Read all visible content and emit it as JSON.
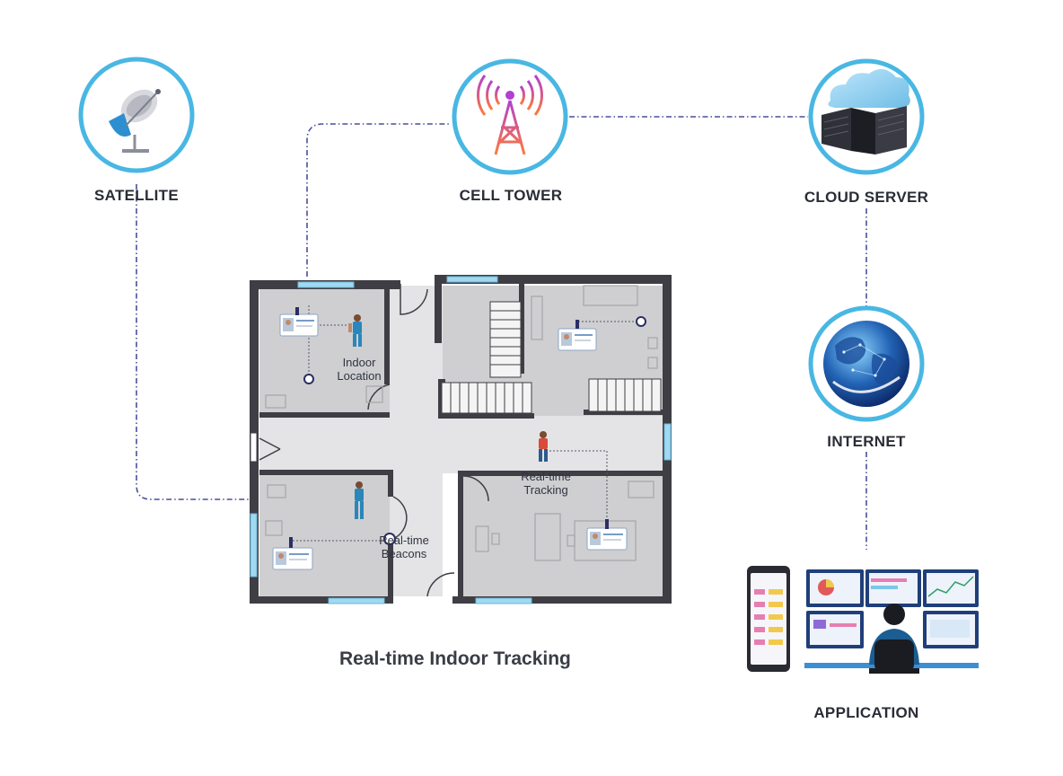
{
  "nodes": {
    "satellite": {
      "label": "SATELLITE",
      "icon": "satellite-dish-icon"
    },
    "cell_tower": {
      "label": "CELL TOWER",
      "icon": "cell-tower-icon"
    },
    "cloud_server": {
      "label": "CLOUD SERVER",
      "icon": "cloud-server-icon"
    },
    "internet": {
      "label": "INTERNET",
      "icon": "globe-icon"
    },
    "application": {
      "label": "APPLICATION",
      "icon": "monitoring-desk-icon"
    }
  },
  "floorplan": {
    "indoor_location": [
      "Indoor",
      "Location"
    ],
    "realtime_tracking": [
      "Real-time",
      "Tracking"
    ],
    "realtime_beacons": [
      "Real-time",
      "Beacons"
    ]
  },
  "caption": "Real-time Indoor Tracking",
  "colors": {
    "ring": "#49b7e3",
    "connector": "#4a4f9a",
    "wall": "#3e3e44",
    "floor": "#cfcfd1",
    "corridor": "#e4e4e6",
    "window": "#9fd9f2"
  }
}
